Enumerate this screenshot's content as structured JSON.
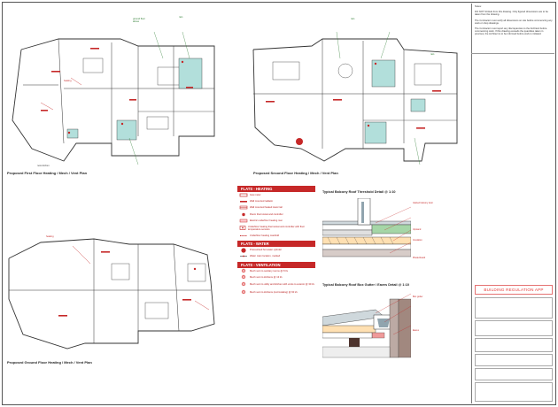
{
  "general_notes": [
    "Notes:",
    "DO NOT SCALE from this drawing. Only figured dimensions are to be taken from the drawing.",
    "The Contractor must verify all dimensions on site before commencing any work or shop drawings.",
    "The Contractor must report any discrepancies to the Architect before commencing work. If this drawing exceeds the quantities taken in previous, the Architect is to be informed before work is initiated."
  ],
  "plans": {
    "first_floor": {
      "title": "Proposed First Floor Heating / Mech / Vent Plan"
    },
    "second_floor": {
      "title": "Proposed Second Floor Heating / Mech / Vent Plan"
    },
    "ground_floor": {
      "title": "Proposed Ground Floor Heating / Mech / Vent Plan"
    }
  },
  "legend": {
    "heating_title": "FLATS - HEATING",
    "heating_items": [
      {
        "icon": "gas-meter-icon",
        "label": "Gas meter"
      },
      {
        "icon": "wall-radiator-icon",
        "label": "Wall mounted radiator"
      },
      {
        "icon": "wall-heater-icon",
        "label": "Wall mounted heated towel rail"
      },
      {
        "icon": "room-thermostat-icon",
        "label": "Room thermostat and controller"
      },
      {
        "icon": "underfloor-manifold-icon",
        "label": "Electric underfloor heating mat"
      },
      {
        "icon": "underfloor-zone-icon",
        "label": "Underfloor heating thermostat and controller with floor temperature sensors"
      },
      {
        "icon": "manifold-icon",
        "label": "Underfloor heating manifold"
      }
    ],
    "water_title": "FLATS - WATER",
    "water_items": [
      {
        "icon": "hot-water-cylinder-icon",
        "label": "Pressurised hot water cylinder"
      },
      {
        "icon": "water-main-icon",
        "label": "Water main location, marked"
      }
    ],
    "vent_title": "FLATS - VENTILATION",
    "vent_items": [
      {
        "icon": "mech-vent-icon",
        "label": "Mech vent to sanitary rooms @ 8 l/s"
      },
      {
        "icon": "mech-vent-icon",
        "label": "Mech vent to kitchens @ 13 l/s"
      },
      {
        "icon": "mech-vent-icon",
        "label": "Mech vent to utility and kitchen with vents to exterior @ 30 l/s"
      },
      {
        "icon": "mech-vent-icon",
        "label": "Mech vent to kitchens (recirculating) @ 60 l/s"
      }
    ]
  },
  "details": {
    "threshold_title": "Typical Balcony Roof Threshold Detail @ 1:10",
    "gutter_title": "Typical Balcony Roof Box Gutter / Eaves Detail @ 1:10"
  },
  "stamp": "BUILDING REGULATION APP",
  "colors": {
    "accent_red": "#c62828",
    "note_green": "#2e7d32",
    "wet_room_fill": "#b2dfdb",
    "line": "#333333"
  }
}
